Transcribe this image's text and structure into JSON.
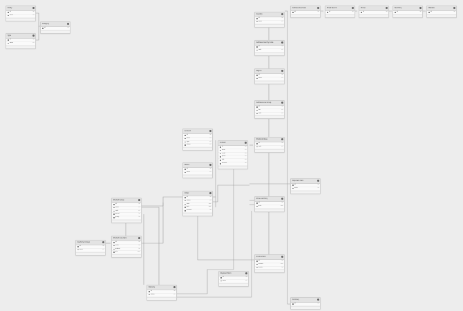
{
  "tables": [
    {
      "id": "t1",
      "name": "Entity",
      "fields": [
        {
          "name": "id",
          "type": "int"
        },
        {
          "name": "name",
          "type": "str"
        }
      ]
    },
    {
      "id": "t2",
      "name": "Type",
      "fields": [
        {
          "name": "id",
          "type": "int"
        },
        {
          "name": "name",
          "type": "str"
        }
      ]
    },
    {
      "id": "t3",
      "name": "Category",
      "fields": [
        {
          "name": "id",
          "type": "int"
        }
      ]
    },
    {
      "id": "c1",
      "name": "Country",
      "fields": [
        {
          "name": "id",
          "type": "int"
        },
        {
          "name": "name",
          "type": "str"
        }
      ]
    },
    {
      "id": "c2",
      "name": "Address Country Code",
      "fields": [
        {
          "name": "id",
          "type": "int"
        },
        {
          "name": "code",
          "type": "str"
        }
      ]
    },
    {
      "id": "c3",
      "name": "Region",
      "fields": [
        {
          "name": "id",
          "type": "int"
        },
        {
          "name": "name",
          "type": "str"
        }
      ]
    },
    {
      "id": "c4",
      "name": "Address Line Group",
      "fields": [
        {
          "name": "id",
          "type": "int"
        },
        {
          "name": "line",
          "type": "str"
        },
        {
          "name": "code",
          "type": "str"
        }
      ]
    },
    {
      "id": "c5",
      "name": "Postal Address",
      "fields": [
        {
          "name": "id",
          "type": "int"
        },
        {
          "name": "code",
          "type": "str"
        }
      ]
    },
    {
      "id": "r1",
      "name": "Address Overview",
      "fields": [
        {
          "name": "id",
          "type": "int"
        }
      ]
    },
    {
      "id": "r2",
      "name": "Email Record",
      "fields": [
        {
          "name": "id",
          "type": "int"
        }
      ]
    },
    {
      "id": "r3",
      "name": "Phone",
      "fields": [
        {
          "name": "id",
          "type": "int"
        }
      ]
    },
    {
      "id": "r4",
      "name": "Fax Entry",
      "fields": [
        {
          "name": "id",
          "type": "int"
        }
      ]
    },
    {
      "id": "r5",
      "name": "Website",
      "fields": [
        {
          "name": "id",
          "type": "int"
        }
      ]
    },
    {
      "id": "m1",
      "name": "Account",
      "fields": [
        {
          "name": "id",
          "type": "int"
        },
        {
          "name": "name",
          "type": "str"
        },
        {
          "name": "type",
          "type": "str"
        },
        {
          "name": "status",
          "type": "str"
        }
      ]
    },
    {
      "id": "m2",
      "name": "Contact",
      "fields": [
        {
          "name": "id",
          "type": "int"
        },
        {
          "name": "name",
          "type": "str"
        },
        {
          "name": "email",
          "type": "str"
        },
        {
          "name": "phone",
          "type": "str"
        },
        {
          "name": "title",
          "type": "str"
        },
        {
          "name": "account",
          "type": "int"
        }
      ]
    },
    {
      "id": "m3",
      "name": "Status",
      "fields": [
        {
          "name": "id",
          "type": "int"
        },
        {
          "name": "name",
          "type": "str"
        }
      ]
    },
    {
      "id": "m4",
      "name": "Order",
      "fields": [
        {
          "name": "id",
          "type": "int"
        },
        {
          "name": "status",
          "type": "str"
        },
        {
          "name": "total",
          "type": "num"
        },
        {
          "name": "date",
          "type": "date"
        },
        {
          "name": "account",
          "type": "int"
        }
      ]
    },
    {
      "id": "p1",
      "name": "Product Group",
      "fields": [
        {
          "name": "id",
          "type": "int"
        },
        {
          "name": "name",
          "type": "str"
        },
        {
          "name": "code",
          "type": "str"
        },
        {
          "name": "parent",
          "type": "int"
        },
        {
          "name": "group",
          "type": "int"
        }
      ]
    },
    {
      "id": "p2",
      "name": "Product Line Item",
      "fields": [
        {
          "name": "id",
          "type": "int"
        },
        {
          "name": "order",
          "type": "int"
        },
        {
          "name": "product",
          "type": "int"
        },
        {
          "name": "qty",
          "type": "num"
        }
      ]
    },
    {
      "id": "p3",
      "name": "Price List Entry",
      "fields": [
        {
          "name": "id",
          "type": "int"
        },
        {
          "name": "price",
          "type": "num"
        }
      ]
    },
    {
      "id": "p4",
      "name": "Invoice Item",
      "fields": [
        {
          "name": "id",
          "type": "int"
        },
        {
          "name": "amount",
          "type": "num"
        },
        {
          "name": "invoice",
          "type": "int"
        }
      ]
    },
    {
      "id": "p5",
      "name": "Shipment Item",
      "fields": [
        {
          "name": "id",
          "type": "int"
        },
        {
          "name": "order",
          "type": "int"
        }
      ]
    },
    {
      "id": "s1",
      "name": "Customer Group",
      "fields": [
        {
          "name": "id",
          "type": "int"
        },
        {
          "name": "name",
          "type": "str"
        }
      ]
    },
    {
      "id": "s2",
      "name": "Currency",
      "fields": [
        {
          "name": "id",
          "type": "int"
        }
      ]
    },
    {
      "id": "s3",
      "name": "Payment Term",
      "fields": [
        {
          "name": "id",
          "type": "int"
        },
        {
          "name": "name",
          "type": "str"
        }
      ]
    },
    {
      "id": "s4",
      "name": "Delivery",
      "fields": [
        {
          "name": "id",
          "type": "int"
        },
        {
          "name": "status",
          "type": "str"
        }
      ]
    },
    {
      "id": "s5",
      "name": "Shipment Line",
      "fields": [
        {
          "name": "id",
          "type": "int"
        },
        {
          "name": "item",
          "type": "int"
        }
      ]
    }
  ]
}
